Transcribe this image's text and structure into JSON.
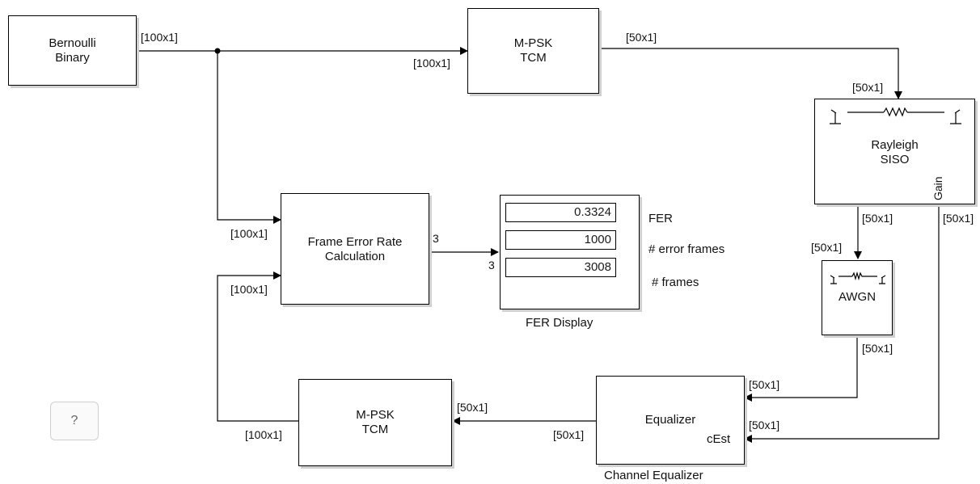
{
  "blocks": {
    "bernoulli": {
      "label": "Bernoulli\nBinary"
    },
    "tcm_top": {
      "label": "M-PSK\nTCM"
    },
    "rayleigh": {
      "label": "Rayleigh\nSISO",
      "gain_port": "Gain"
    },
    "fer_calc": {
      "label": "Frame Error Rate\nCalculation",
      "out_port": "3"
    },
    "fer_display": {
      "caption": "FER Display",
      "in_port": "3",
      "rows": [
        {
          "value": "0.3324",
          "label": "FER"
        },
        {
          "value": "1000",
          "label": "# error frames"
        },
        {
          "value": "3008",
          "label": "# frames"
        }
      ]
    },
    "awgn": {
      "label": "AWGN"
    },
    "equalizer": {
      "label": "Equalizer",
      "cest_port": "cEst",
      "caption": "Channel Equalizer"
    },
    "tcm_bottom": {
      "label": "M-PSK\nTCM"
    }
  },
  "signals": {
    "bernoulli_out": "[100x1]",
    "tcm_top_in": "[100x1]",
    "tcm_top_out": "[50x1]",
    "rayleigh_in": "[50x1]",
    "rayleigh_out": "[50x1]",
    "rayleigh_gain_out": "[50x1]",
    "awgn_in": "[50x1]",
    "awgn_out": "[50x1]",
    "fer_in1": "[100x1]",
    "fer_in2": "[100x1]",
    "eq_in1": "[50x1]",
    "eq_in2": "[50x1]",
    "eq_out": "[50x1]",
    "tcm_bottom_in": "[50x1]",
    "tcm_bottom_out": "[100x1]"
  },
  "help_button": "?"
}
